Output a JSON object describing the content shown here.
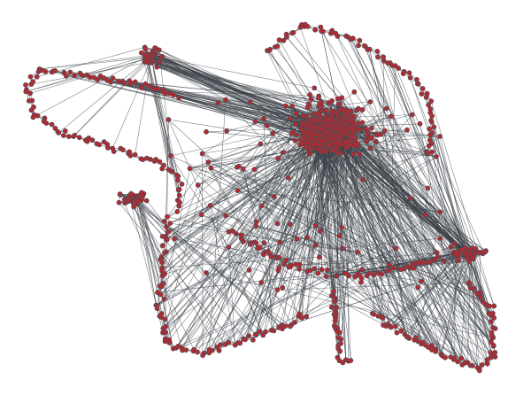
{
  "graph": {
    "type": "network-graph",
    "layout": "force-directed",
    "node_count_estimate": 1200,
    "colors": {
      "background": "#ffffff",
      "node_fill": "#b22a32",
      "node_stroke": "#4a4f55",
      "edge": "#3c4148"
    },
    "regions": [
      "dense-core-top-center",
      "left-arm-loop",
      "top-left-cluster",
      "left-mid-cluster",
      "right-arm-cluster",
      "bottom-left-chain",
      "bottom-center-branches",
      "bottom-right-chain"
    ]
  }
}
